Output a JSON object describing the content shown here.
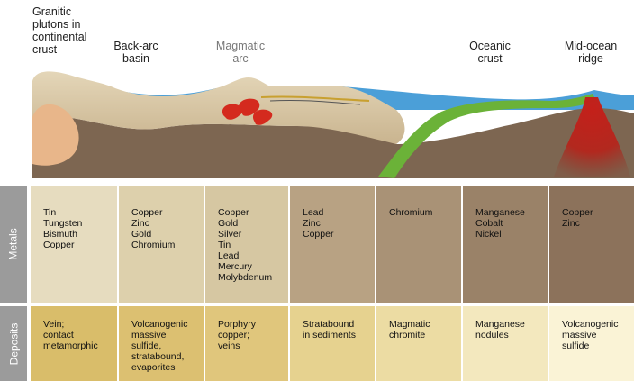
{
  "labels": {
    "granitic": "Granitic\nplutons in\ncontinental\ncrust",
    "backarc": "Back-arc\nbasin",
    "magmatic": "Magmatic\narc",
    "oceanic": "Oceanic\ncrust",
    "midocean": "Mid-ocean\nridge"
  },
  "rows": {
    "metals_label": "Metals",
    "deposits_label": "Deposits"
  },
  "metals": [
    "Tin\nTungsten\nBismuth\nCopper",
    "Copper\nZinc\nGold\nChromium",
    "Copper\nGold\nSilver\nTin\nLead\nMercury\nMolybdenum",
    "Lead\nZinc\nCopper",
    "Chromium",
    "Manganese\nCobalt\nNickel",
    "Copper\nZinc"
  ],
  "deposits": [
    "Vein;\ncontact\nmetamorphic",
    "Volcanogenic\nmassive\nsulfide,\nstratabound,\nevaporites",
    "Porphyry\ncopper;\nveins",
    "Stratabound\nin sediments",
    "Magmatic\nchromite",
    "Manganese\nnodules",
    "Volcanogenic\nmassive\nsulfide"
  ],
  "colors": {
    "metals_bg": [
      "#e6dcbf",
      "#ddd0ac",
      "#d6c7a2",
      "#b8a283",
      "#a99276",
      "#9a8268",
      "#8c725b"
    ],
    "deposits_bg": [
      "#d9bd6a",
      "#dcc071",
      "#e0c67c",
      "#e6d28f",
      "#ecdca3",
      "#f3e8be",
      "#faf3d6"
    ],
    "ocean": "#4a9fd8",
    "mantle": "#7c6550",
    "crust": "#d8c8a8",
    "slab": "#6bb238",
    "magma": "#d42a1e",
    "side_tab": "#9b9b9b"
  }
}
